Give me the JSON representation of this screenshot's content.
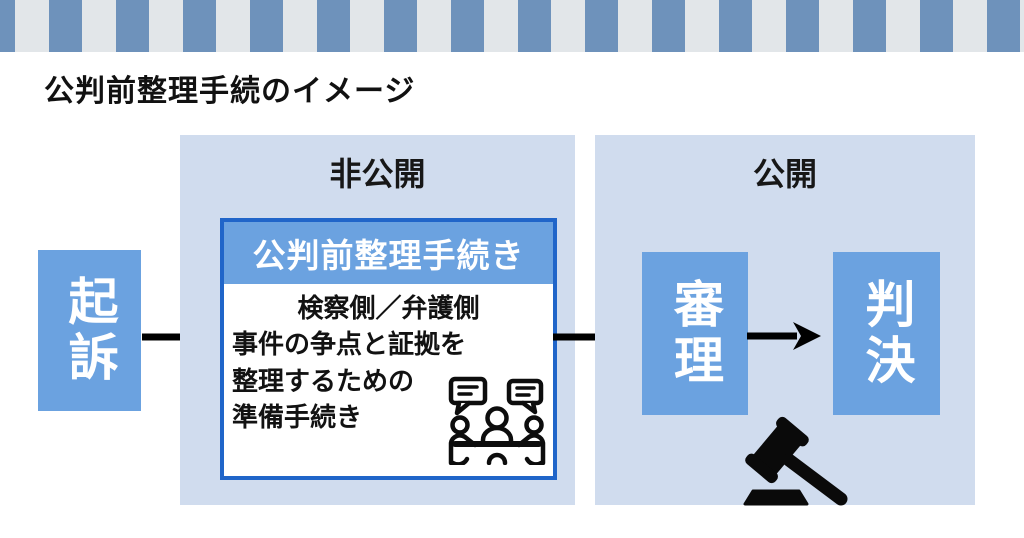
{
  "banner": {
    "stripe_blue": "#6e92bb",
    "stripe_gray": "#e2e6e9"
  },
  "title": "公判前整理手続のイメージ",
  "flow": {
    "arrow_color": "#000000",
    "accent_blue": "#6ba2e0",
    "panel_blue": "#d0dcee",
    "card_border_blue": "#2065c9",
    "indictment_box": {
      "label": "起訴"
    },
    "closed_panel": {
      "label": "非公開",
      "procedure_card": {
        "header": "公判前整理手続き",
        "line1": "検察側／弁護側",
        "line2": "事件の争点と証拠を",
        "line3": "整理するための",
        "line4": "準備手続き",
        "icon": "meeting-discussion-icon"
      }
    },
    "open_panel": {
      "label": "公開",
      "hearing_box": {
        "label": "審理"
      },
      "judgment_box": {
        "label": "判決"
      },
      "icon": "gavel-icon"
    }
  }
}
